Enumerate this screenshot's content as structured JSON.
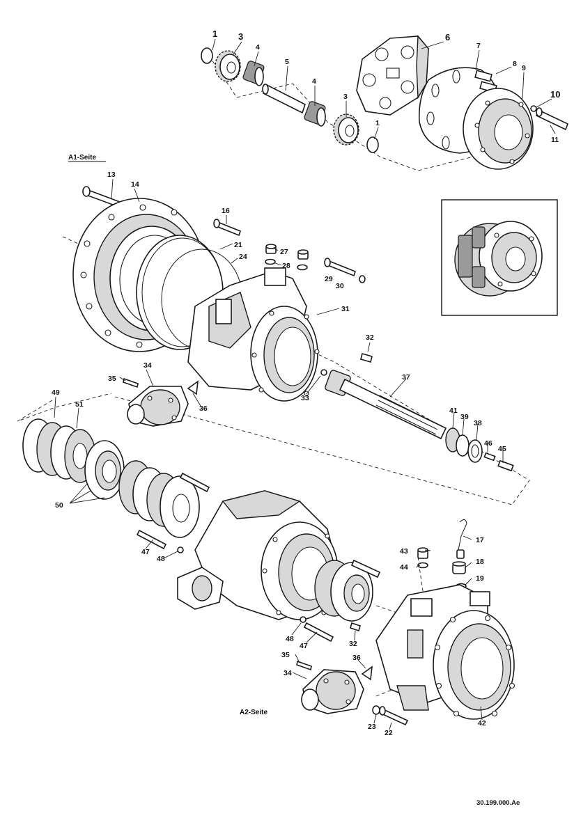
{
  "side_labels": {
    "a1": "A1-Seite",
    "a2": "A2-Seite"
  },
  "document_number": "30.199.000.Ae",
  "callouts": {
    "c1a": "1",
    "c3a": "3",
    "c4a": "4",
    "c5": "5",
    "c4b": "4",
    "c3b": "3",
    "c1b": "1",
    "c6": "6",
    "c7": "7",
    "c8": "8",
    "c9": "9",
    "c10": "10",
    "c11": "11",
    "c13": "13",
    "c14": "14",
    "c16": "16",
    "c21": "21",
    "c24": "24",
    "c27": "27",
    "c28": "28",
    "c29": "29",
    "c30": "30",
    "c31": "31",
    "c32a": "32",
    "c33": "33",
    "c34a": "34",
    "c35a": "35",
    "c36a": "36",
    "c37": "37",
    "c41": "41",
    "c39": "39",
    "c38": "38",
    "c46": "46",
    "c45": "45",
    "c49": "49",
    "c51": "51",
    "c50": "50",
    "c47a": "47",
    "c48a": "48",
    "c43": "43",
    "c44": "44",
    "c17": "17",
    "c18": "18",
    "c19": "19",
    "c48b": "48",
    "c47b": "47",
    "c32b": "32",
    "c35b": "35",
    "c36b": "36",
    "c34b": "34",
    "c23": "23",
    "c22": "22",
    "c42": "42"
  }
}
